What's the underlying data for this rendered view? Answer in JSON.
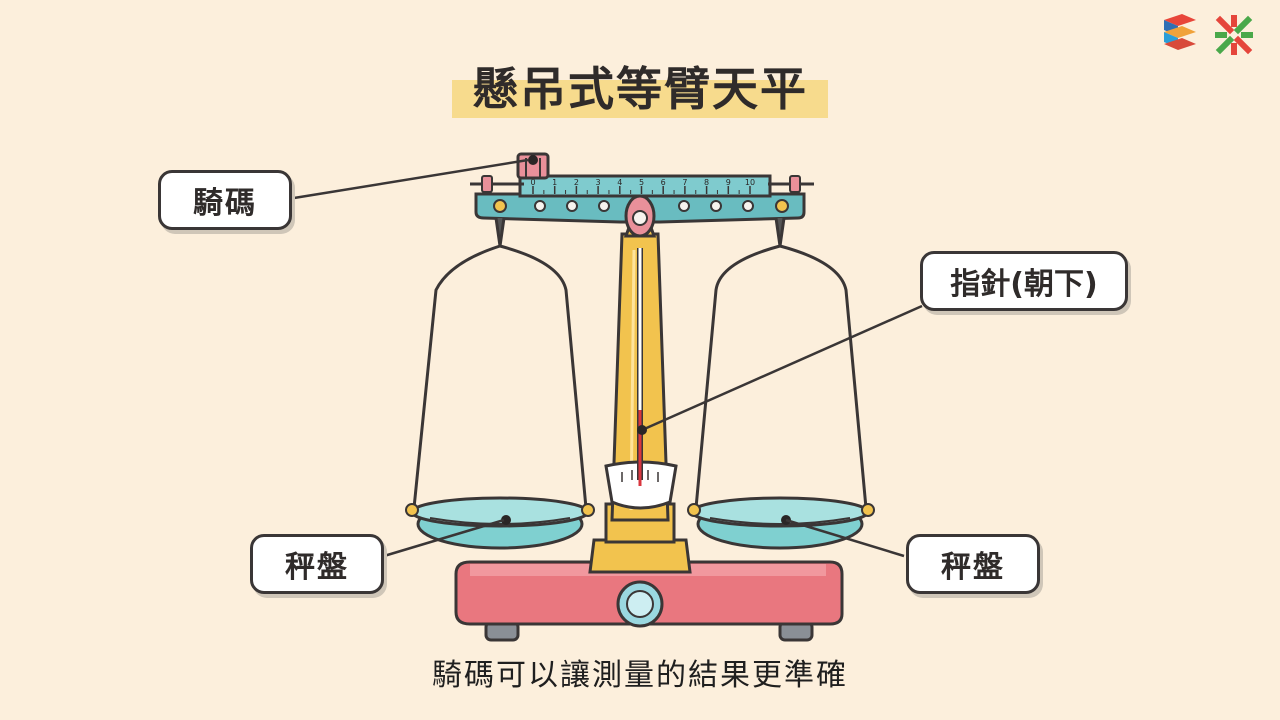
{
  "title": "懸吊式等臂天平",
  "labels": {
    "rider": "騎碼",
    "pointer": "指針(朝下)",
    "pan_left": "秤盤",
    "pan_right": "秤盤"
  },
  "beam_scale": [
    "0",
    "1",
    "2",
    "3",
    "4",
    "5",
    "6",
    "7",
    "8",
    "9",
    "10"
  ],
  "subtitle": "騎碼可以讓測量的結果更準確",
  "colors": {
    "background": "#fcefdc",
    "title_highlight": "#f7db8d",
    "beam": "#69bcc0",
    "pillar": "#f2c34e",
    "base": "#e9777f",
    "pan": "#7fd0d0",
    "rider": "#e9909a",
    "outline": "#3a3636"
  },
  "logos": [
    "stacked-blocks-logo-icon",
    "cross-pattern-logo-icon"
  ]
}
